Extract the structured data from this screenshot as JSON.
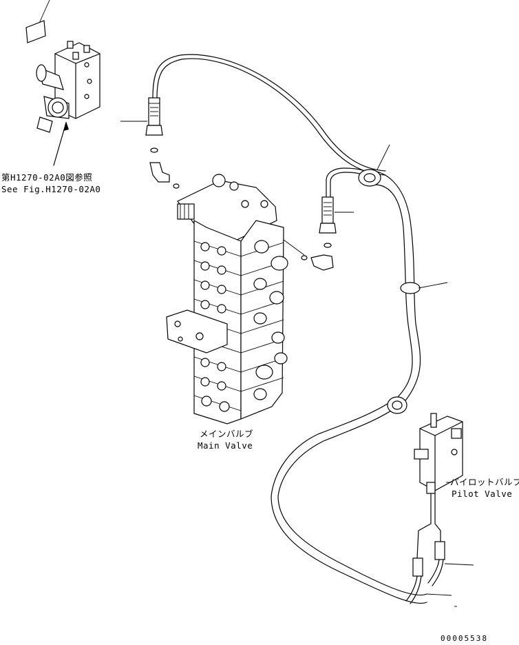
{
  "ref_note": {
    "jp": "第H1270-02A0図参照",
    "en": "See Fig.H1270-02A0"
  },
  "main_valve": {
    "jp": "メインバルブ",
    "en": "Main Valve"
  },
  "pilot_valve": {
    "jp": "パイロットバルブ",
    "en": "Pilot Valve"
  },
  "drawing_number": "00005538"
}
